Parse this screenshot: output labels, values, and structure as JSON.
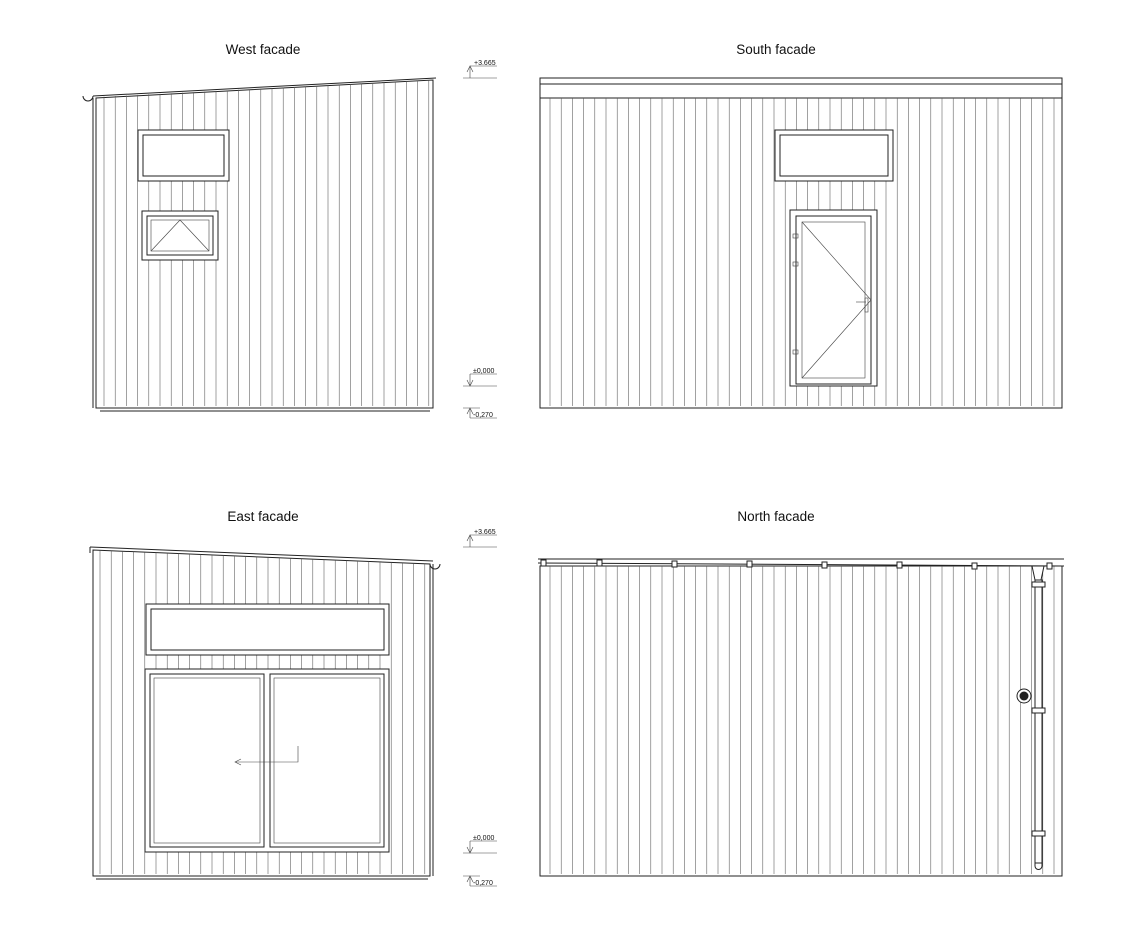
{
  "drawing": {
    "facades": {
      "west": {
        "title": "West facade"
      },
      "south": {
        "title": "South facade"
      },
      "east": {
        "title": "East facade"
      },
      "north": {
        "title": "North facade"
      }
    },
    "levels": {
      "top": "+3.665",
      "zero": "±0,000",
      "ground": "-0,270"
    }
  },
  "colors": {
    "line": "#222222",
    "board": "#555555",
    "background": "#ffffff"
  }
}
